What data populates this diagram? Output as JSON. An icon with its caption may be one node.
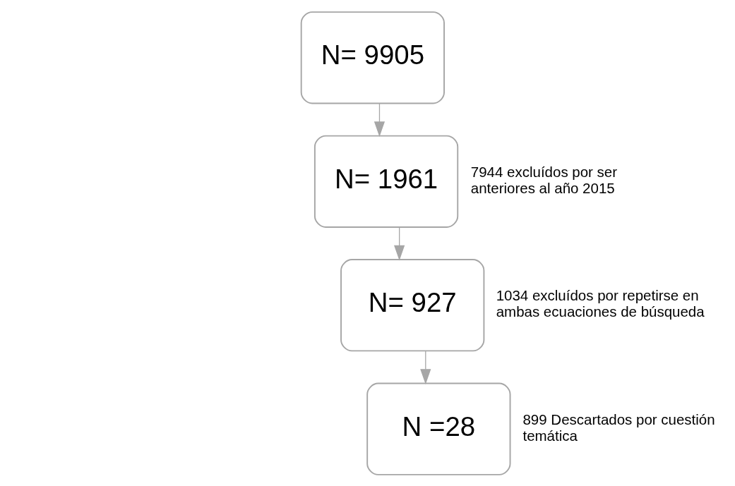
{
  "diagram": {
    "nodes": [
      {
        "text": [
          "N= 9905"
        ]
      },
      {
        "text": [
          "N= 1961"
        ],
        "beside": [
          "7944 excluídos por ser anteriores al año 2015"
        ]
      },
      {
        "text": [
          "N= 927"
        ],
        "beside": [
          "1034 excluídos por repetirse en ambas ecuaciones de búsqueda"
        ]
      },
      {
        "text": [
          "N =28"
        ],
        "beside": [
          "899 Descartados por cuestión temática"
        ]
      }
    ],
    "edges": [
      {
        "from": 0,
        "to": 1,
        "arrow": "to"
      },
      {
        "from": 1,
        "to": 2,
        "arrow": "to"
      },
      {
        "from": 2,
        "to": 3,
        "arrow": "to"
      }
    ]
  }
}
